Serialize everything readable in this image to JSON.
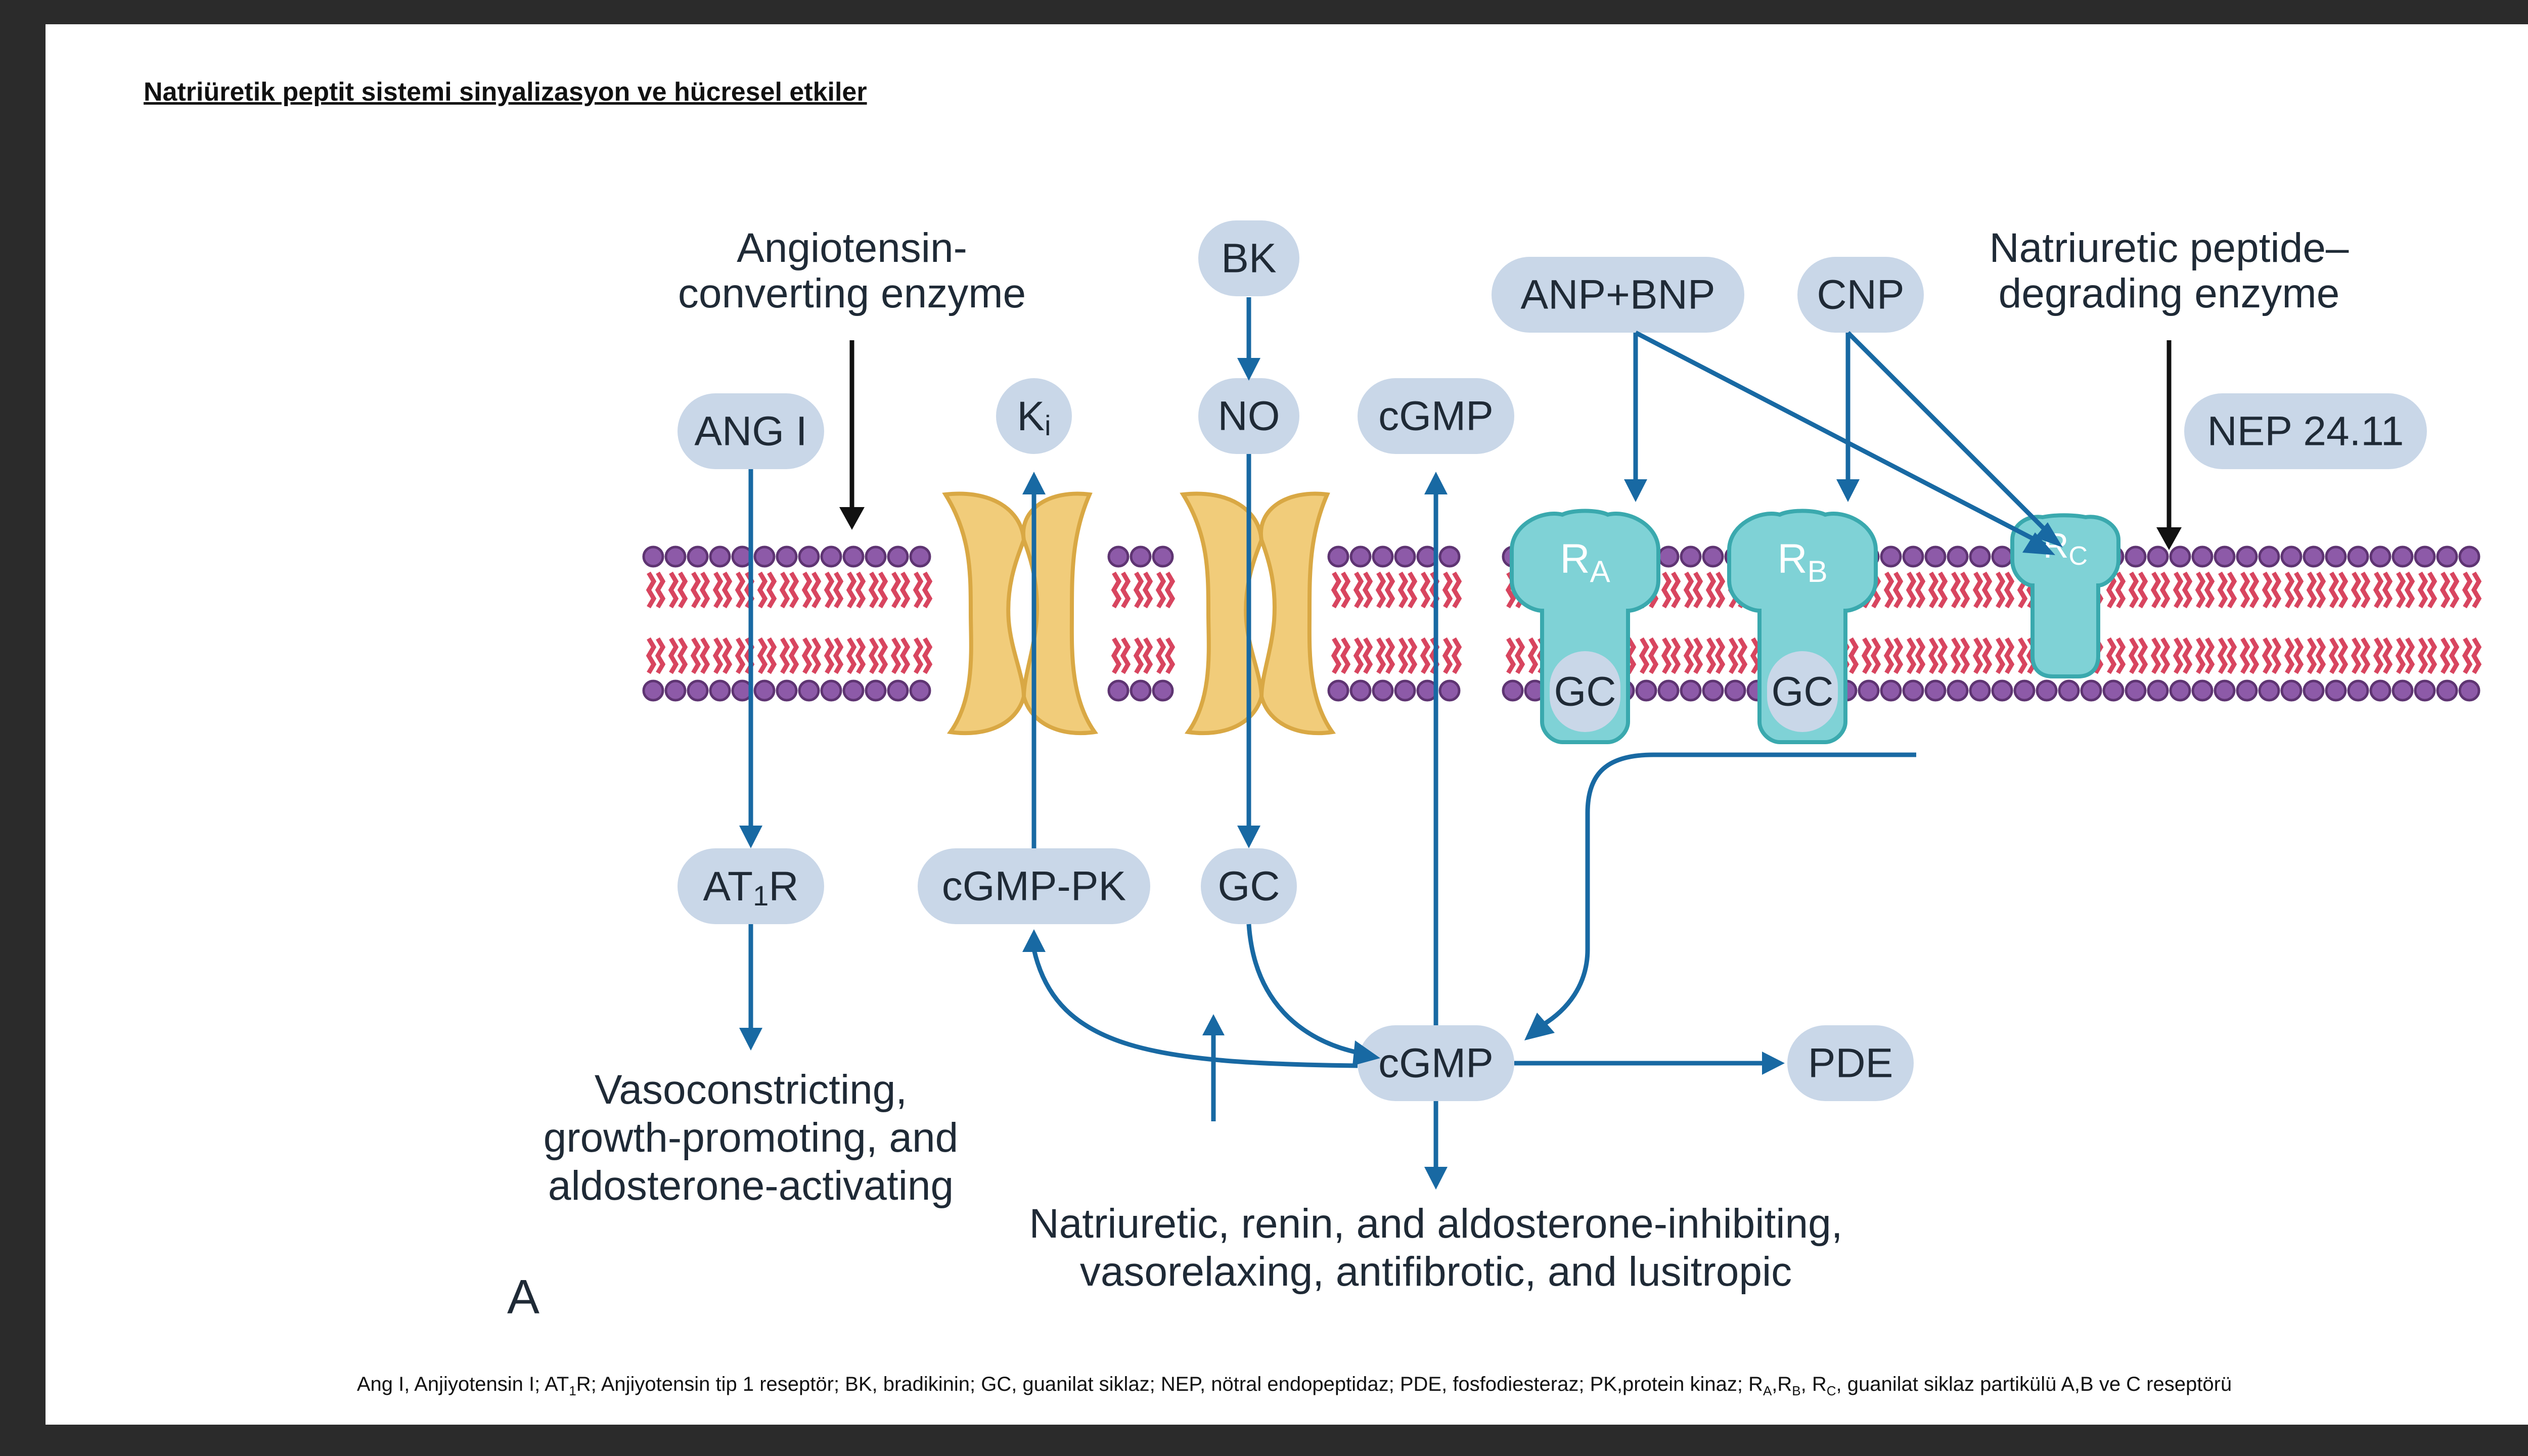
{
  "page": {
    "title": "Natriüretik peptit sistemi sinyalizasyon ve hücresel etkiler",
    "footnote_parts": [
      {
        "text": "Ang I, Anjiyotensin I; AT"
      },
      {
        "sub": "1"
      },
      {
        "text": "R; Anjiyotensin tip 1 reseptör; BK, bradikinin; GC, guanilat siklaz; NEP, nötral endopeptidaz; PDE, fosfodiesteraz; PK,protein kinaz; R"
      },
      {
        "sub": "A"
      },
      {
        "text": ",R"
      },
      {
        "sub": "B"
      },
      {
        "text": ", R"
      },
      {
        "sub": "C"
      },
      {
        "text": ", guanilat siklaz partikülü A,B ve C reseptörü"
      }
    ]
  },
  "diagram": {
    "labels": {
      "ace_line1": "Angiotensin-",
      "ace_line2": "converting enzyme",
      "nep_enzyme_line1": "Natriuretic peptide–",
      "nep_enzyme_line2": "degrading enzyme",
      "vaso_line1": "Vasoconstricting,",
      "vaso_line2": "growth-promoting, and",
      "vaso_line3": "aldosterone-activating",
      "natri_line1": "Natriuretic, renin, and aldosterone-inhibiting,",
      "natri_line2": "vasorelaxing, antifibrotic, and lusitropic",
      "panel": "A"
    },
    "nodes": {
      "ang1": "ANG I",
      "bk": "BK",
      "ki_main": "K",
      "ki_sub": "i",
      "no": "NO",
      "cgmp_top": "cGMP",
      "anp_bnp": "ANP+BNP",
      "cnp": "CNP",
      "nep": "NEP 24.11",
      "at1r_pre": "AT",
      "at1r_sub": "1",
      "at1r_post": "R",
      "cgmp_pk": "cGMP-PK",
      "gc": "GC",
      "cgmp_center": "cGMP",
      "pde": "PDE"
    },
    "receptors": {
      "ra_main": "R",
      "ra_sub": "A",
      "rb_main": "R",
      "rb_sub": "B",
      "rc_main": "R",
      "rc_sub": "C",
      "gc_a": "GC",
      "gc_b": "GC"
    },
    "colors": {
      "pill": "#c9d7e8",
      "arrow": "#1869a3",
      "lipid_head": "#8d5aa8",
      "lipid_tail": "#d8455f",
      "channel": "#f1cc7a",
      "receptor": "#7fd2d6"
    }
  }
}
